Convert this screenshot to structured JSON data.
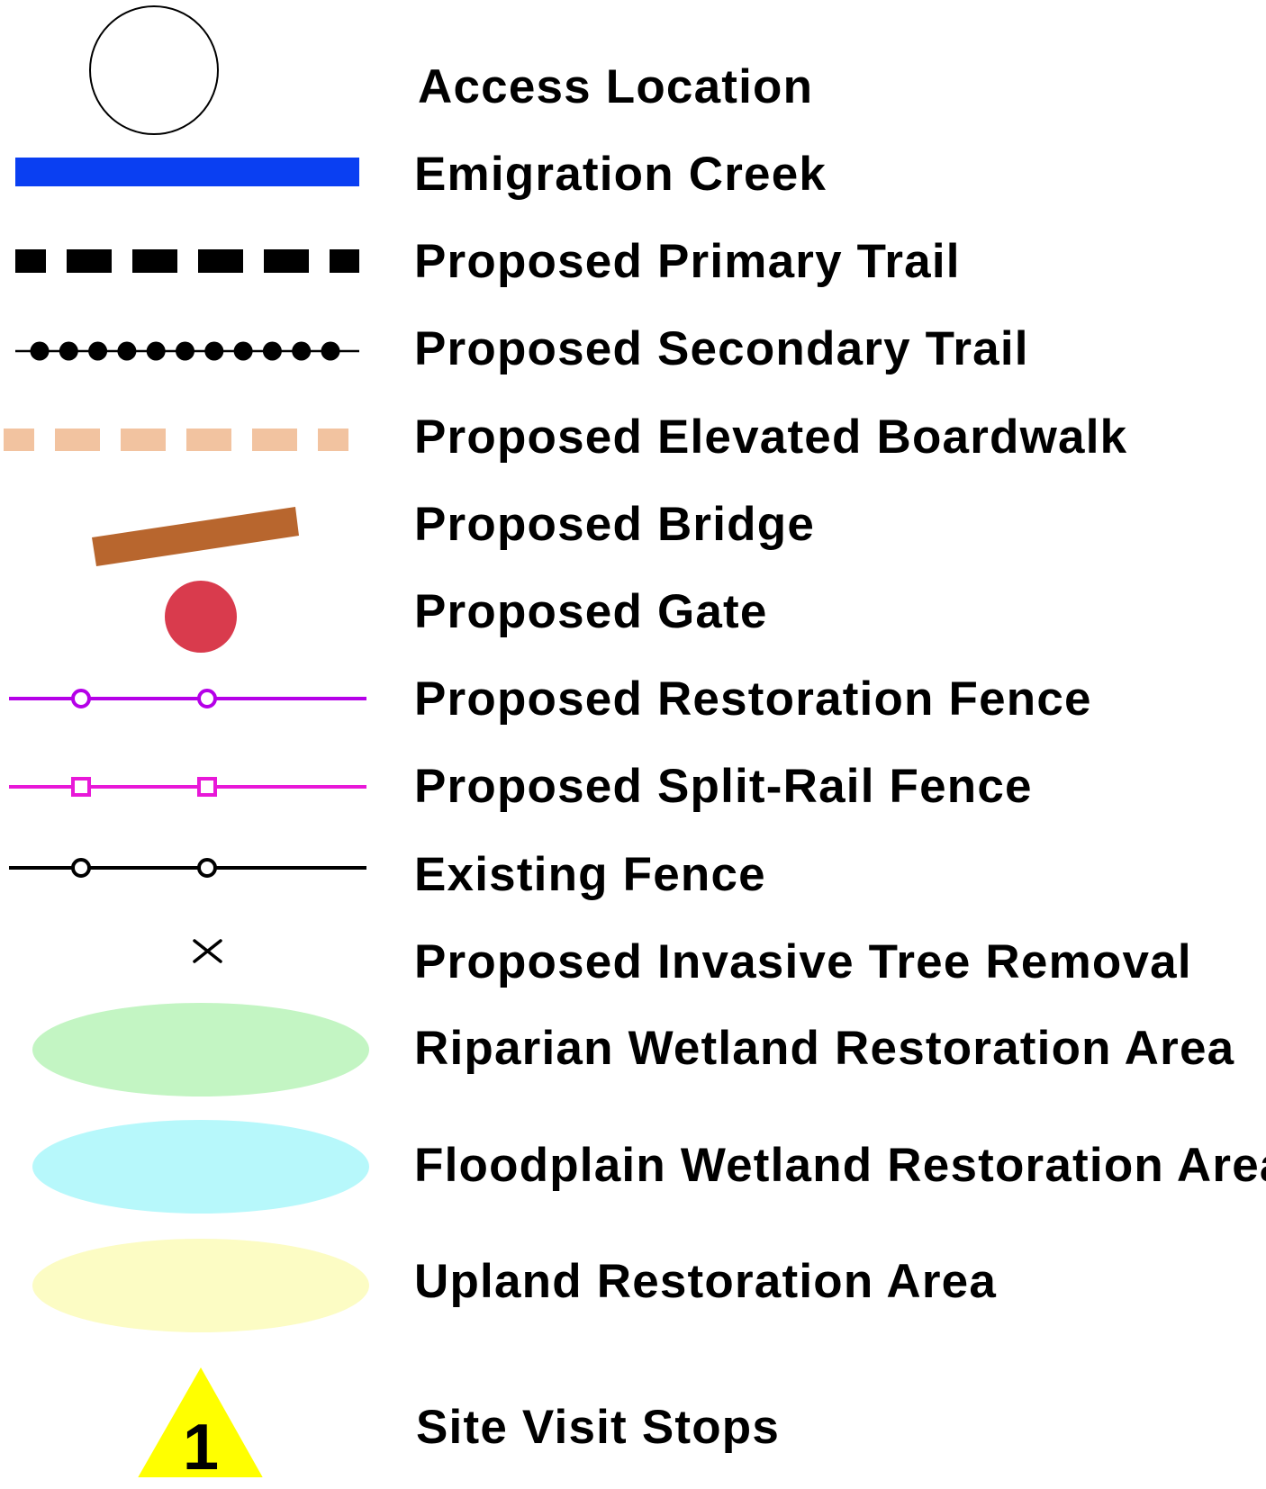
{
  "legend": {
    "items": [
      {
        "label": "Access Location",
        "symbol": "circle-outline-icon",
        "stroke": "#000000",
        "fill": "#ffffff"
      },
      {
        "label": "Emigration Creek",
        "symbol": "solid-line-icon",
        "color": "#0a3ff2"
      },
      {
        "label": "Proposed Primary Trail",
        "symbol": "dashed-line-icon",
        "color": "#000000"
      },
      {
        "label": "Proposed Secondary Trail",
        "symbol": "dotted-line-icon",
        "color": "#000000"
      },
      {
        "label": "Proposed Elevated Boardwalk",
        "symbol": "dashed-line-icon",
        "color": "#f2c3a0"
      },
      {
        "label": "Proposed Bridge",
        "symbol": "bridge-bar-icon",
        "color": "#b8662e"
      },
      {
        "label": "Proposed Gate",
        "symbol": "filled-circle-icon",
        "color": "#d93b4d"
      },
      {
        "label": "Proposed Restoration Fence",
        "symbol": "line-with-circles-icon",
        "color": "#b500e8"
      },
      {
        "label": "Proposed Split-Rail Fence",
        "symbol": "line-with-squares-icon",
        "color": "#e818d8"
      },
      {
        "label": "Existing Fence",
        "symbol": "line-with-circles-icon",
        "color": "#000000"
      },
      {
        "label": "Proposed Invasive Tree Removal",
        "symbol": "x-mark-icon",
        "color": "#000000"
      },
      {
        "label": "Riparian Wetland Restoration Area",
        "symbol": "ellipse-icon",
        "color": "#c3f5c3"
      },
      {
        "label": "Floodplain Wetland Restoration Area",
        "symbol": "ellipse-icon",
        "color": "#b7f8fb"
      },
      {
        "label": "Upland Restoration Area",
        "symbol": "ellipse-icon",
        "color": "#fcfcc4"
      },
      {
        "label": "Site Visit Stops",
        "symbol": "triangle-marker-icon",
        "color": "#ffff00",
        "marker_text": "1"
      }
    ]
  }
}
